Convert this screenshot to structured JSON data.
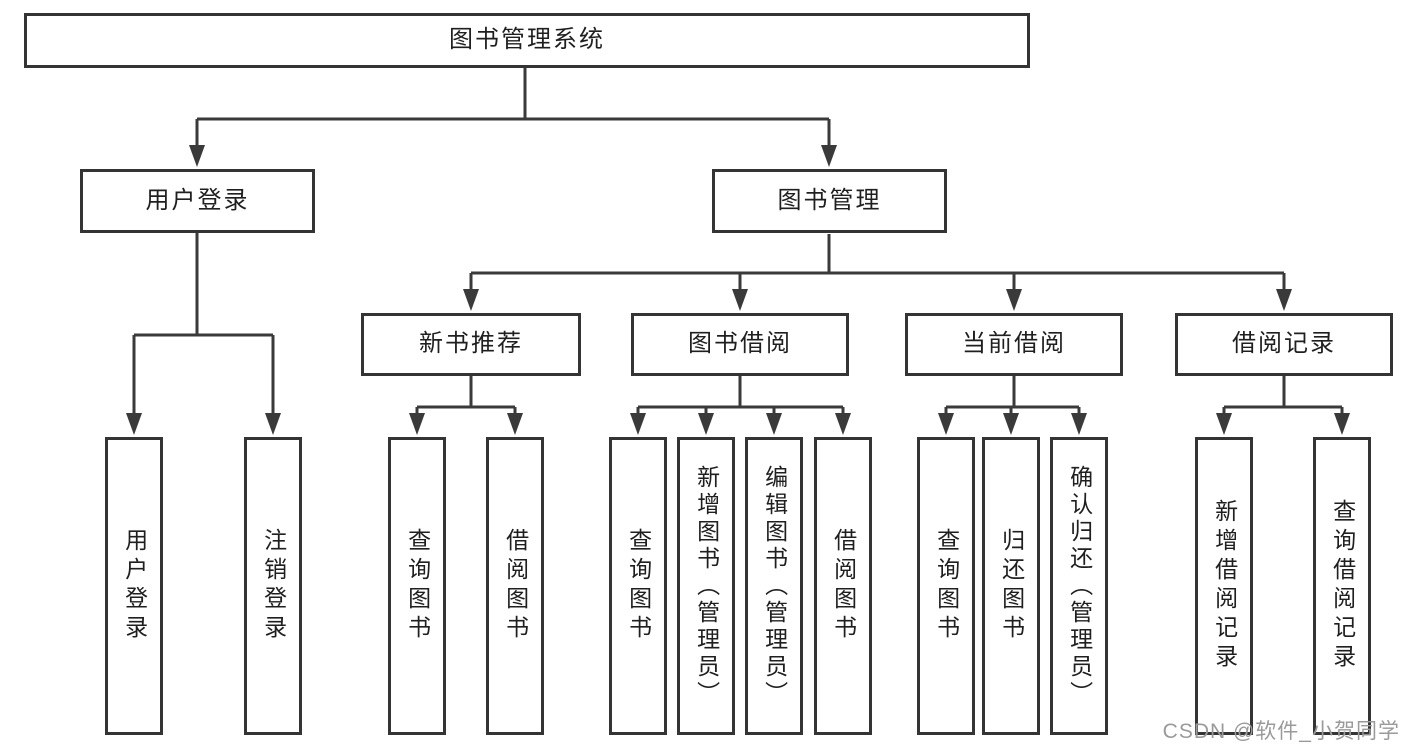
{
  "nodes": {
    "root": "图书管理系统",
    "user_login": "用户登录",
    "book_mgmt": "图书管理",
    "new_books": "新书推荐",
    "book_borrow": "图书借阅",
    "current_borrow": "当前借阅",
    "borrow_records": "借阅记录"
  },
  "leaves": {
    "user_login": [
      "用户登录",
      "注销登录"
    ],
    "new_books": [
      "查询图书",
      "借阅图书"
    ],
    "book_borrow": [
      "查询图书",
      "新增图书（管理员）",
      "编辑图书（管理员）",
      "借阅图书"
    ],
    "current_borrow": [
      "查询图书",
      "归还图书",
      "确认归还（管理员）"
    ],
    "borrow_records": [
      "新增借阅记录",
      "查询借阅记录"
    ]
  },
  "watermark": "CSDN @软件_小贺同学",
  "colors": {
    "line": "#3a3a3a",
    "box_border": "#343434",
    "text": "#1f1f1f",
    "watermark_text": "#9a9a9a",
    "background": "#ffffff"
  }
}
